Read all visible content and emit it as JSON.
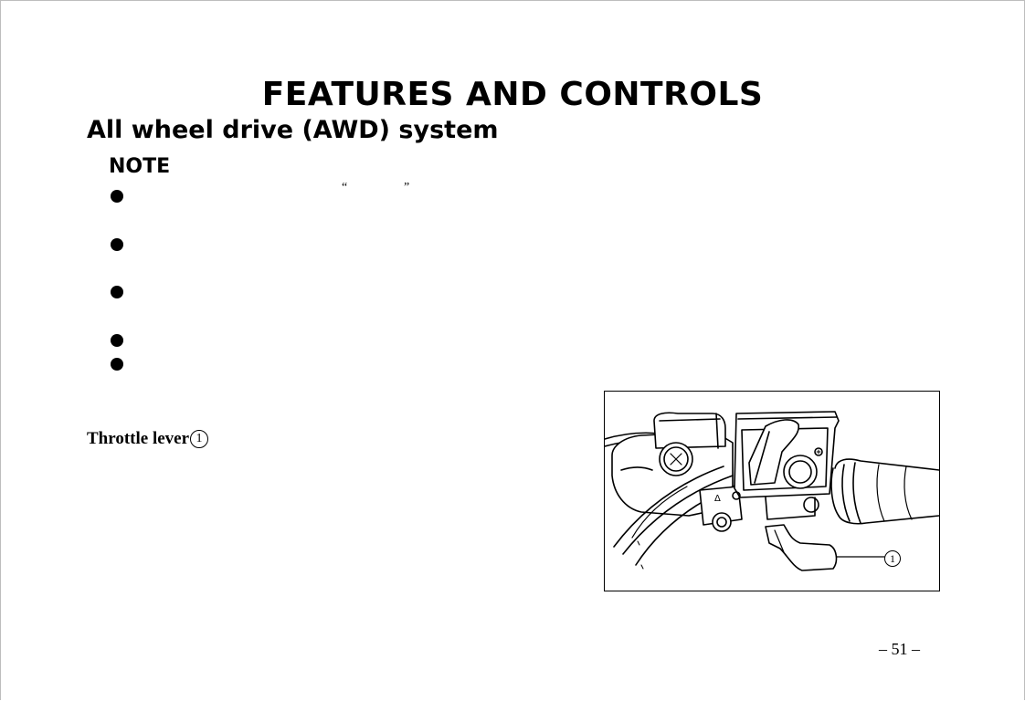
{
  "page": {
    "title": "FEATURES AND CONTROLS",
    "section_heading": "All wheel drive (AWD) system",
    "note_heading": "NOTE",
    "open_quote": "“",
    "close_quote": "”",
    "caption_text": "Throttle lever",
    "caption_marker": "1",
    "figure_callout": "1",
    "page_number": "– 51 –"
  },
  "bullets": [
    {
      "id": 1
    },
    {
      "id": 2
    },
    {
      "id": 3
    },
    {
      "id": 4
    },
    {
      "id": 5
    }
  ]
}
